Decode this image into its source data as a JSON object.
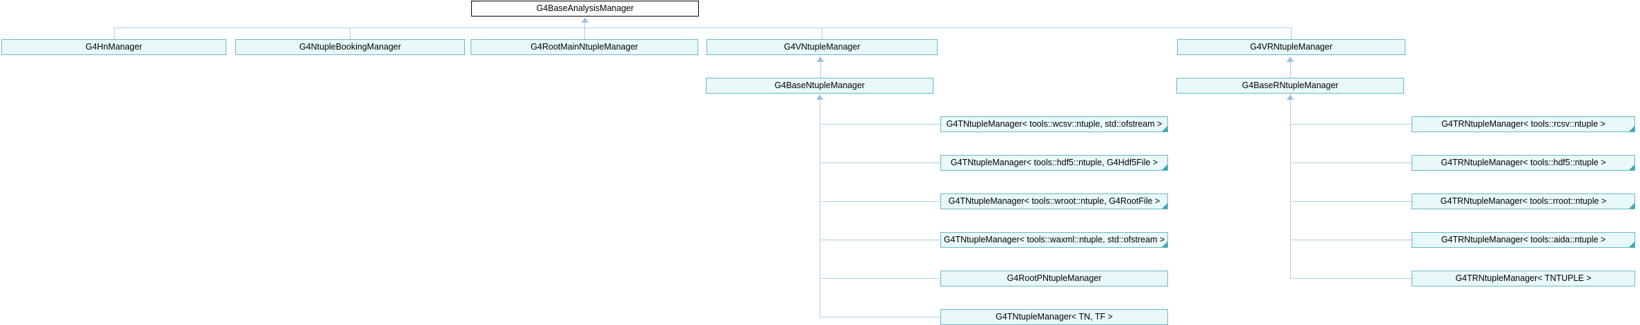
{
  "colors": {
    "node_border": "#64b9c3",
    "node_fill": "#e9f8f9",
    "root_border": "#000000",
    "root_fill": "#ffffff",
    "connector": "#abcfe7",
    "arrowhead": "#97c1e0",
    "fold": "#46a5b4",
    "text": "#000000",
    "background": "#ffffff"
  },
  "root": {
    "label": "G4BaseAnalysisManager"
  },
  "level1": [
    {
      "label": "G4HnManager"
    },
    {
      "label": "G4NtupleBookingManager"
    },
    {
      "label": "G4RootMainNtupleManager"
    },
    {
      "label": "G4VNtupleManager"
    },
    {
      "label": "G4VRNtupleManager"
    }
  ],
  "level2": [
    {
      "label": "G4BaseNtupleManager"
    },
    {
      "label": "G4BaseRNtupleManager"
    }
  ],
  "ntuple_children": [
    {
      "label": "G4TNtupleManager< tools::wcsv::ntuple, std::ofstream >",
      "has_fold_marker": true
    },
    {
      "label": "G4TNtupleManager< tools::hdf5::ntuple, G4Hdf5File >",
      "has_fold_marker": true
    },
    {
      "label": "G4TNtupleManager< tools::wroot::ntuple, G4RootFile >",
      "has_fold_marker": true
    },
    {
      "label": "G4TNtupleManager< tools::waxml::ntuple, std::ofstream >",
      "has_fold_marker": true
    },
    {
      "label": "G4RootPNtupleManager",
      "has_fold_marker": false
    },
    {
      "label": "G4TNtupleManager< TN, TF >",
      "has_fold_marker": false
    }
  ],
  "rntuple_children": [
    {
      "label": "G4TRNtupleManager< tools::rcsv::ntuple >",
      "has_fold_marker": true
    },
    {
      "label": "G4TRNtupleManager< tools::hdf5::ntuple >",
      "has_fold_marker": true
    },
    {
      "label": "G4TRNtupleManager< tools::rroot::ntuple >",
      "has_fold_marker": true
    },
    {
      "label": "G4TRNtupleManager< tools::aida::ntuple >",
      "has_fold_marker": true
    },
    {
      "label": "G4TRNtupleManager< TNTUPLE >",
      "has_fold_marker": false
    }
  ]
}
